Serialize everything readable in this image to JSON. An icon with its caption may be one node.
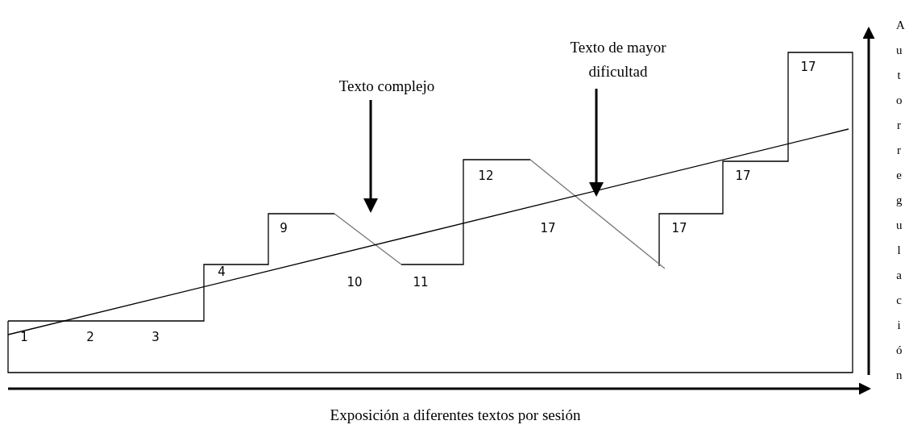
{
  "diagram": {
    "nodes": [
      {
        "text": [
          "Texto complejo"
        ]
      },
      {
        "text": [
          "Texto de mayor dificultad"
        ]
      }
    ],
    "edges": [
      {
        "from": 0,
        "to": null,
        "arrow": "to"
      },
      {
        "from": 1,
        "to": null,
        "arrow": "to"
      }
    ],
    "labels": [
      "17",
      "12",
      "17",
      "9",
      "17",
      "17",
      "4",
      "10",
      "11",
      "1",
      "2",
      "3",
      "Autorregulación",
      "Exposición a diferentes textos por sesión"
    ]
  }
}
